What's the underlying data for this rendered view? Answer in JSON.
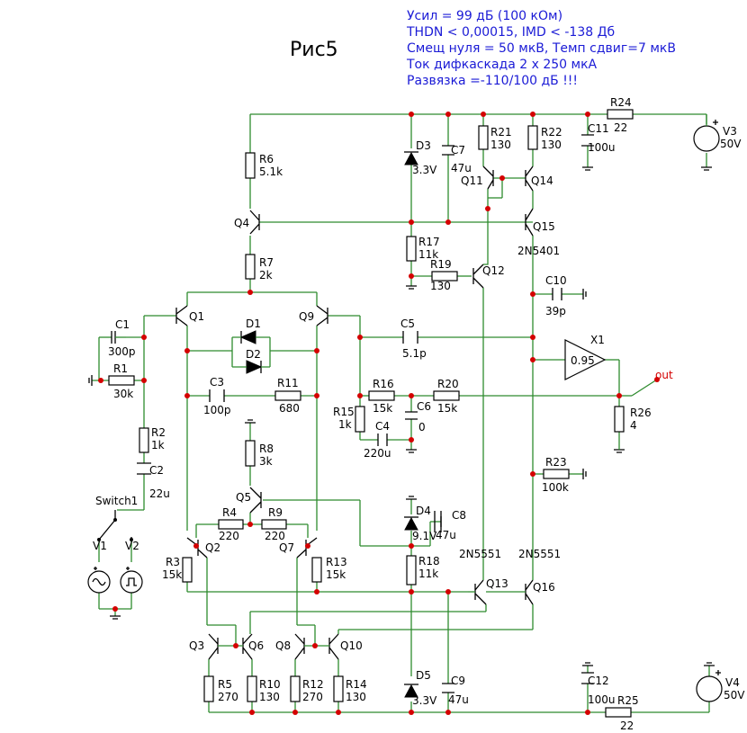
{
  "title": "Рис5",
  "specs": [
    "Усил = 99 дБ (100 кОм)",
    "THDN < 0,00015, IMD < -138 Дб",
    "Смещ нуля = 50 мкВ, Темп сдвиг=7 мкВ",
    "Ток дифкаскада 2 x 250 мкА",
    "Развязка =-110/100 дБ !!!"
  ],
  "output_label": "out",
  "switch_label": "Switch1",
  "buffer": {
    "name": "X1",
    "gain": "0.95"
  },
  "colors": {
    "wire": "#2e8b2e",
    "component": "#000000",
    "junction": "#d40000",
    "spec_text": "#1b1bd6"
  },
  "components": {
    "C1": {
      "name": "C1",
      "value": "300p"
    },
    "R1": {
      "name": "R1",
      "value": "30k"
    },
    "R2": {
      "name": "R2",
      "value": "1k"
    },
    "C2": {
      "name": "C2",
      "value": "22u"
    },
    "R3": {
      "name": "R3",
      "value": "15k"
    },
    "R4": {
      "name": "R4",
      "value": "220"
    },
    "R5": {
      "name": "R5",
      "value": "270"
    },
    "R6": {
      "name": "R6",
      "value": "5.1k"
    },
    "R7": {
      "name": "R7",
      "value": "2k"
    },
    "R8": {
      "name": "R8",
      "value": "3k"
    },
    "R9": {
      "name": "R9",
      "value": "220"
    },
    "R10": {
      "name": "R10",
      "value": "130"
    },
    "R11": {
      "name": "R11",
      "value": "680"
    },
    "R12": {
      "name": "R12",
      "value": "270"
    },
    "R13": {
      "name": "R13",
      "value": "15k"
    },
    "R14": {
      "name": "R14",
      "value": "130"
    },
    "R15": {
      "name": "R15",
      "value": "1k"
    },
    "R16": {
      "name": "R16",
      "value": "15k"
    },
    "R17": {
      "name": "R17",
      "value": "11k"
    },
    "R18": {
      "name": "R18",
      "value": "11k"
    },
    "R19": {
      "name": "R19",
      "value": "130"
    },
    "R20": {
      "name": "R20",
      "value": "15k"
    },
    "R21": {
      "name": "R21",
      "value": "130"
    },
    "R22": {
      "name": "R22",
      "value": "130"
    },
    "R23": {
      "name": "R23",
      "value": "100k"
    },
    "R24": {
      "name": "R24",
      "value": "22"
    },
    "R25": {
      "name": "R25",
      "value": "22"
    },
    "R26": {
      "name": "R26",
      "value": "4"
    },
    "C3": {
      "name": "C3",
      "value": "100p"
    },
    "C4": {
      "name": "C4",
      "value": "220u"
    },
    "C5": {
      "name": "C5",
      "value": "5.1p"
    },
    "C6": {
      "name": "C6",
      "value": "0"
    },
    "C7": {
      "name": "C7",
      "value": "47u"
    },
    "C8": {
      "name": "C8",
      "value": "47u"
    },
    "C9": {
      "name": "C9",
      "value": "47u"
    },
    "C10": {
      "name": "C10",
      "value": "39p"
    },
    "C11": {
      "name": "C11",
      "value": "100u"
    },
    "C12": {
      "name": "C12",
      "value": "100u"
    },
    "D1": {
      "name": "D1"
    },
    "D2": {
      "name": "D2"
    },
    "D3": {
      "name": "D3",
      "value": "3.3V"
    },
    "D4": {
      "name": "D4",
      "value": "9.1V"
    },
    "D5": {
      "name": "D5",
      "value": "3.3V"
    },
    "V1": {
      "name": "V1"
    },
    "V2": {
      "name": "V2"
    },
    "V3": {
      "name": "V3",
      "value": "50V"
    },
    "V4": {
      "name": "V4",
      "value": "50V"
    },
    "Q1": {
      "name": "Q1"
    },
    "Q2": {
      "name": "Q2"
    },
    "Q3": {
      "name": "Q3"
    },
    "Q4": {
      "name": "Q4"
    },
    "Q5": {
      "name": "Q5"
    },
    "Q6": {
      "name": "Q6"
    },
    "Q7": {
      "name": "Q7"
    },
    "Q8": {
      "name": "Q8"
    },
    "Q9": {
      "name": "Q9"
    },
    "Q10": {
      "name": "Q10"
    },
    "Q11": {
      "name": "Q11"
    },
    "Q12": {
      "name": "Q12"
    },
    "Q13": {
      "name": "Q13"
    },
    "Q14": {
      "name": "Q14"
    },
    "Q15": {
      "name": "Q15"
    },
    "Q16": {
      "name": "Q16"
    }
  },
  "part_labels": {
    "Q15": "2N5401",
    "Q13": "2N5551",
    "Q16": "2N5551"
  }
}
